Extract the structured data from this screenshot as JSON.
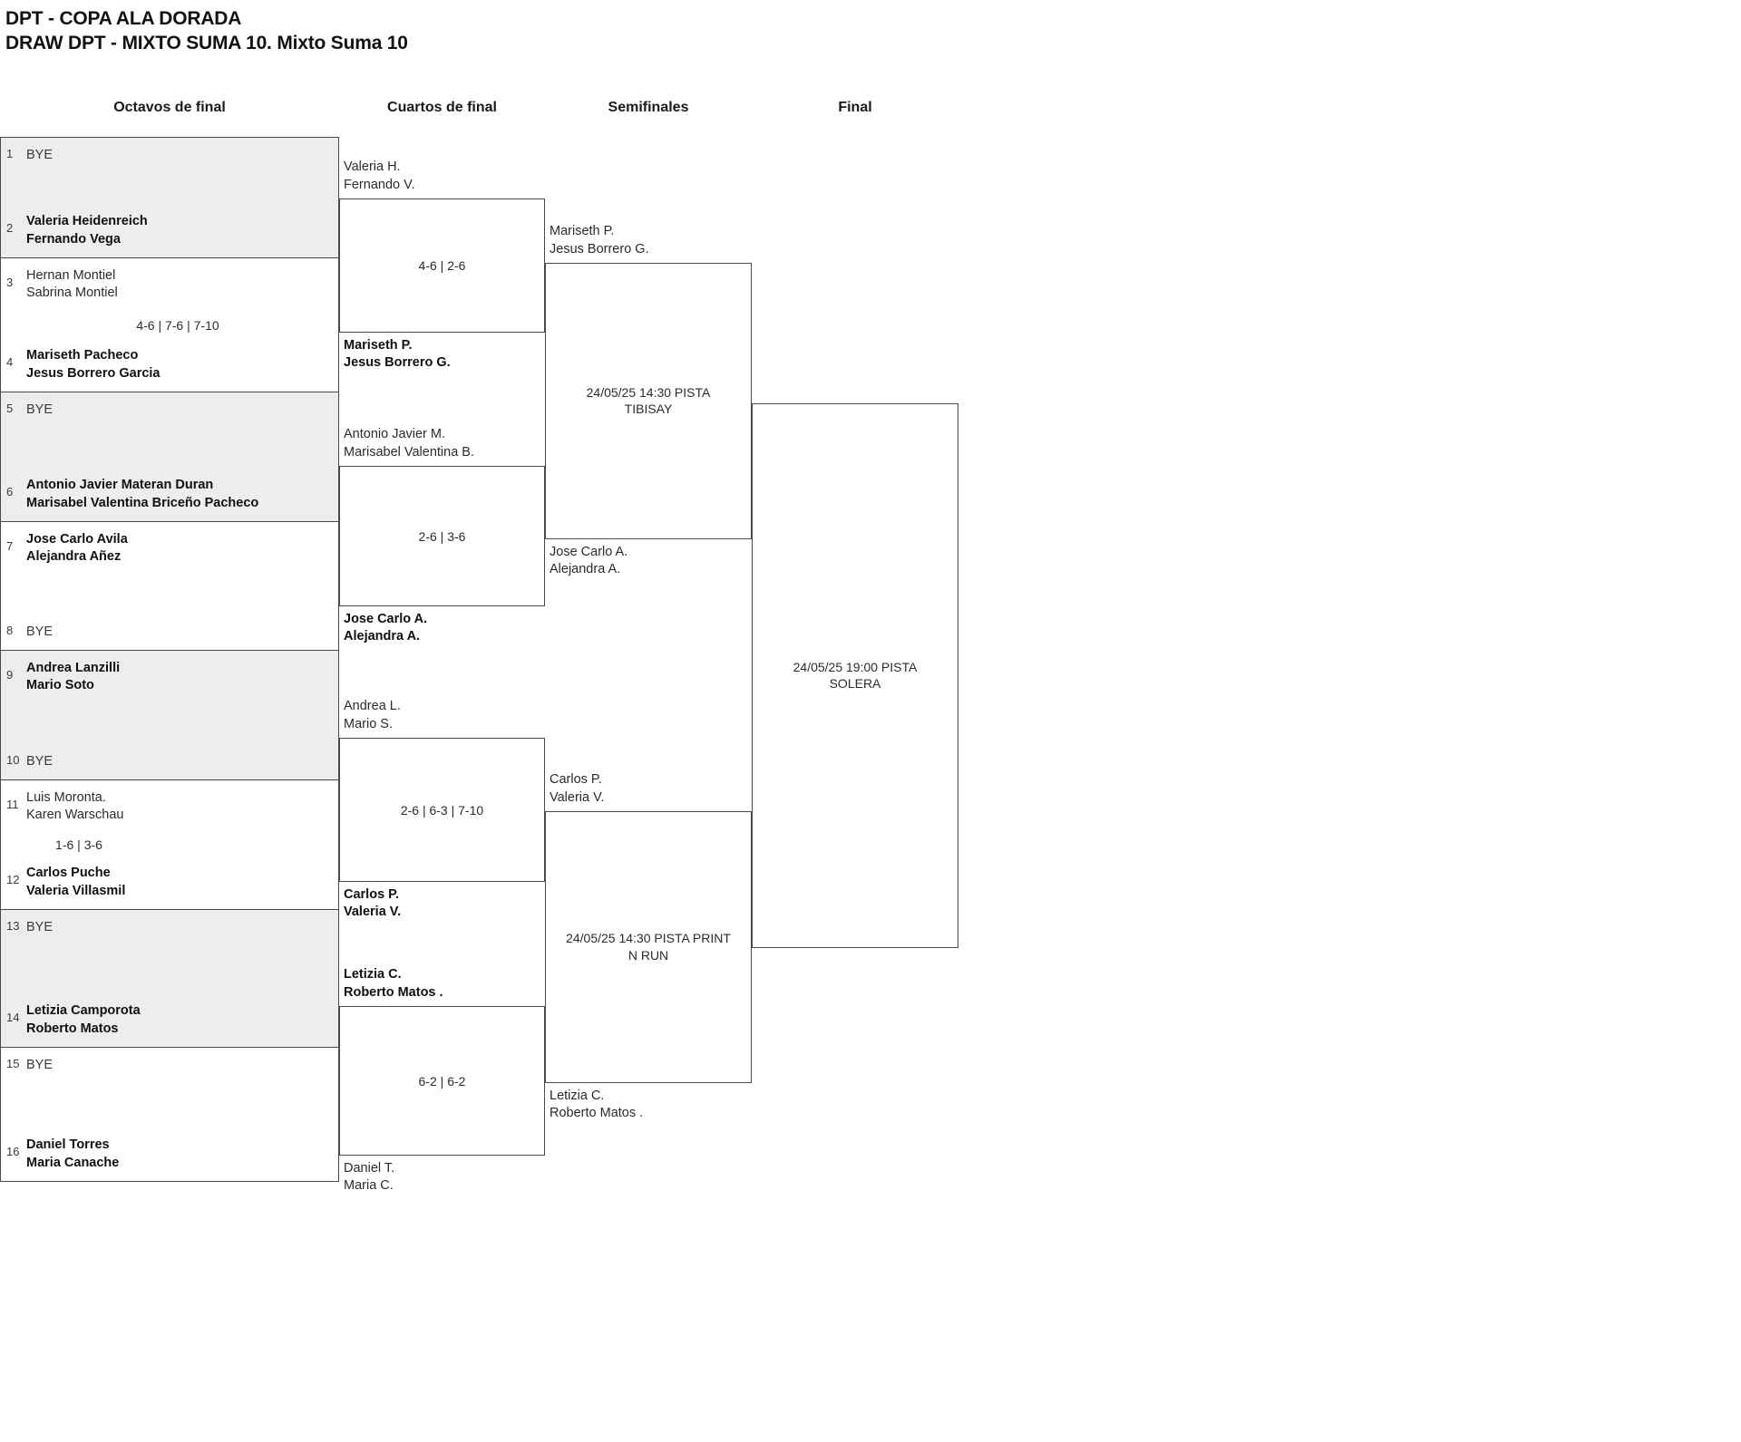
{
  "header": {
    "tournament": "DPT - COPA ALA DORADA",
    "draw": "DRAW DPT - MIXTO SUMA 10. Mixto Suma 10"
  },
  "rounds": [
    {
      "name": "round-of-16",
      "label": "Octavos de final"
    },
    {
      "name": "quarterfinals",
      "label": "Cuartos de final"
    },
    {
      "name": "semifinals",
      "label": "Semifinales"
    },
    {
      "name": "final",
      "label": "Final"
    }
  ],
  "round1": {
    "matches": [
      {
        "shaded": true,
        "top": {
          "seed": "1",
          "line1": "BYE",
          "line2": "",
          "bye": true,
          "winner": false
        },
        "bottom": {
          "seed": "2",
          "line1": "Valeria Heidenreich",
          "line2": "Fernando Vega",
          "bye": false,
          "winner": true
        },
        "score": ""
      },
      {
        "shaded": false,
        "top": {
          "seed": "3",
          "line1": "Hernan Montiel",
          "line2": "Sabrina Montiel",
          "bye": false,
          "winner": false
        },
        "bottom": {
          "seed": "4",
          "line1": "Mariseth Pacheco",
          "line2": "Jesus Borrero Garcia",
          "bye": false,
          "winner": true
        },
        "score": "4-6 | 7-6 | 7-10"
      },
      {
        "shaded": true,
        "top": {
          "seed": "5",
          "line1": "BYE",
          "line2": "",
          "bye": true,
          "winner": false
        },
        "bottom": {
          "seed": "6",
          "line1": "Antonio Javier Materan Duran",
          "line2": "Marisabel Valentina Briceño Pacheco",
          "bye": false,
          "winner": true
        },
        "score": ""
      },
      {
        "shaded": false,
        "top": {
          "seed": "7",
          "line1": "Jose Carlo Avila",
          "line2": "Alejandra Añez",
          "bye": false,
          "winner": true
        },
        "bottom": {
          "seed": "8",
          "line1": "BYE",
          "line2": "",
          "bye": true,
          "winner": false
        },
        "score": ""
      },
      {
        "shaded": true,
        "top": {
          "seed": "9",
          "line1": "Andrea Lanzilli",
          "line2": "Mario Soto",
          "bye": false,
          "winner": true
        },
        "bottom": {
          "seed": "10",
          "line1": "BYE",
          "line2": "",
          "bye": true,
          "winner": false
        },
        "score": ""
      },
      {
        "shaded": false,
        "top": {
          "seed": "11",
          "line1": "Luis Moronta.",
          "line2": "Karen Warschau",
          "bye": false,
          "winner": false
        },
        "bottom": {
          "seed": "12",
          "line1": "Carlos Puche",
          "line2": "Valeria Villasmil",
          "bye": false,
          "winner": true
        },
        "score": "1-6 | 3-6"
      },
      {
        "shaded": true,
        "top": {
          "seed": "13",
          "line1": "BYE",
          "line2": "",
          "bye": true,
          "winner": false
        },
        "bottom": {
          "seed": "14",
          "line1": "Letizia Camporota",
          "line2": "Roberto Matos",
          "bye": false,
          "winner": true
        },
        "score": ""
      },
      {
        "shaded": false,
        "top": {
          "seed": "15",
          "line1": "BYE",
          "line2": "",
          "bye": true,
          "winner": false
        },
        "bottom": {
          "seed": "16",
          "line1": "Daniel Torres",
          "line2": "Maria Canache",
          "bye": false,
          "winner": true
        },
        "score": ""
      }
    ]
  },
  "round2": {
    "matches": [
      {
        "top": {
          "line1": "Valeria H.",
          "line2": "Fernando V.",
          "winner": false
        },
        "bottom": {
          "line1": "Mariseth P.",
          "line2": "Jesus Borrero G.",
          "winner": true
        },
        "score": "4-6 | 2-6"
      },
      {
        "top": {
          "line1": "Antonio Javier M.",
          "line2": "Marisabel Valentina B.",
          "winner": false
        },
        "bottom": {
          "line1": "Jose Carlo A.",
          "line2": "Alejandra A.",
          "winner": true
        },
        "score": "2-6 | 3-6"
      },
      {
        "top": {
          "line1": "Andrea L.",
          "line2": "Mario S.",
          "winner": false
        },
        "bottom": {
          "line1": "Carlos P.",
          "line2": "Valeria V.",
          "winner": true
        },
        "score": "2-6 | 6-3 | 7-10"
      },
      {
        "top": {
          "line1": "Letizia C.",
          "line2": "Roberto Matos .",
          "winner": true
        },
        "bottom": {
          "line1": "Daniel T.",
          "line2": "Maria C.",
          "winner": false
        },
        "score": "6-2 | 6-2"
      }
    ]
  },
  "round3": {
    "matches": [
      {
        "top": {
          "line1": "Mariseth P.",
          "line2": "Jesus Borrero G.",
          "winner": false
        },
        "bottom": {
          "line1": "Jose Carlo A.",
          "line2": "Alejandra A.",
          "winner": false
        },
        "score_line1": "24/05/25 14:30 PISTA",
        "score_line2": "TIBISAY"
      },
      {
        "top": {
          "line1": "Carlos P.",
          "line2": "Valeria V.",
          "winner": false
        },
        "bottom": {
          "line1": "Letizia C.",
          "line2": "Roberto Matos .",
          "winner": false
        },
        "score_line1": "24/05/25 14:30 PISTA PRINT",
        "score_line2": "N RUN"
      }
    ]
  },
  "round4": {
    "matches": [
      {
        "score_line1": "24/05/25 19:00 PISTA",
        "score_line2": "SOLERA"
      }
    ]
  }
}
